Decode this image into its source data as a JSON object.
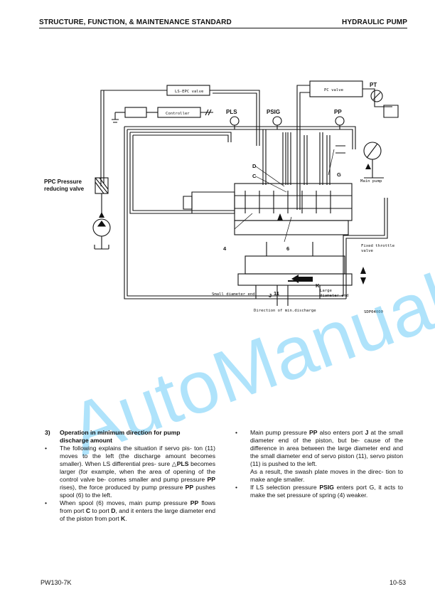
{
  "header": {
    "left": "STRUCTURE, FUNCTION, & MAINTENANCE STANDARD",
    "right": "HYDRAULIC PUMP"
  },
  "diagram": {
    "ls_epc_valve": "LS-EPC valve",
    "controller": "Controller",
    "pc_valve": "PC valve",
    "pt": "PT",
    "pls": "PLS",
    "psig": "PSIG",
    "pp": "PP",
    "ppc_label_1": "PPC Pressure",
    "ppc_label_2": "reducing valve",
    "main_pump": "Main pump",
    "fixed_throttle_1": "Fixed throttle",
    "fixed_throttle_2": "valve",
    "small_diameter_end": "Small diameter end",
    "large_1": "Large",
    "large_2": "diameter end",
    "direction": "Direction of min.discharge",
    "code": "SDP04000",
    "port_d": "D",
    "port_c": "C",
    "port_g": "G",
    "port_j": "J",
    "port_k": "K",
    "part_4": "4",
    "part_6": "6",
    "part_11": "11",
    "watermark": "AutoManual"
  },
  "section": {
    "number": "3)",
    "title_1": "Operation in minimum direction for pump",
    "title_2": "discharge amount"
  },
  "left_col": {
    "b1_l1": "The following explains the situation if servo pis-",
    "b1_l2": "ton (11) moves to the left (the discharge amount",
    "b1_l3": "becomes smaller). When LS differential pres-",
    "b1_l4_pre": "sure △",
    "b1_l4_bold": "PLS",
    "b1_l4_post": " becomes larger (for example, when",
    "b1_l5": "the area of opening of the control valve be-",
    "b1_l6_pre": "comes smaller and pump pressure ",
    "b1_l6_bold": "PP",
    "b1_l6_post": " rises),",
    "b1_l7_pre": "the force produced by pump pressure ",
    "b1_l7_bold": "PP",
    "b1_l8": "pushes spool (6) to the left.",
    "b2_l1": "When spool (6) moves, main pump pressure",
    "b2_l2_b1": "PP",
    "b2_l2_m1": " flows from port ",
    "b2_l2_b2": "C",
    "b2_l2_m2": " to port ",
    "b2_l2_b3": "D",
    "b2_l2_post": ", and it enters the",
    "b2_l3_pre": "large diameter end of the piston from port ",
    "b2_l3_bold": "K",
    "b2_l3_post": "."
  },
  "right_col": {
    "b3_l1_pre": "Main pump pressure ",
    "b3_l1_b1": "PP",
    "b3_l1_mid": " also enters port ",
    "b3_l1_b2": "J",
    "b3_l1_post": " at",
    "b3_l2": "the small diameter end of the piston, but be-",
    "b3_l3": "cause of the difference in area between the",
    "b3_l4": "large diameter end and the small diameter end",
    "b3_l5": "of servo piston (11), servo piston (11) is pushed",
    "b3_l6": "to the left.",
    "b3_c1": "As a result, the swash plate moves in the direc-",
    "b3_c2": "tion to make angle smaller.",
    "b4_l1_pre": "If LS selection pressure ",
    "b4_l1_bold": "PSIG",
    "b4_l1_post": " enters port G, it",
    "b4_l2": "acts to make the set pressure of spring (4)",
    "b4_l3": "weaker."
  },
  "bullet": "•",
  "footer": {
    "left": "PW130-7K",
    "right": "10-53"
  }
}
